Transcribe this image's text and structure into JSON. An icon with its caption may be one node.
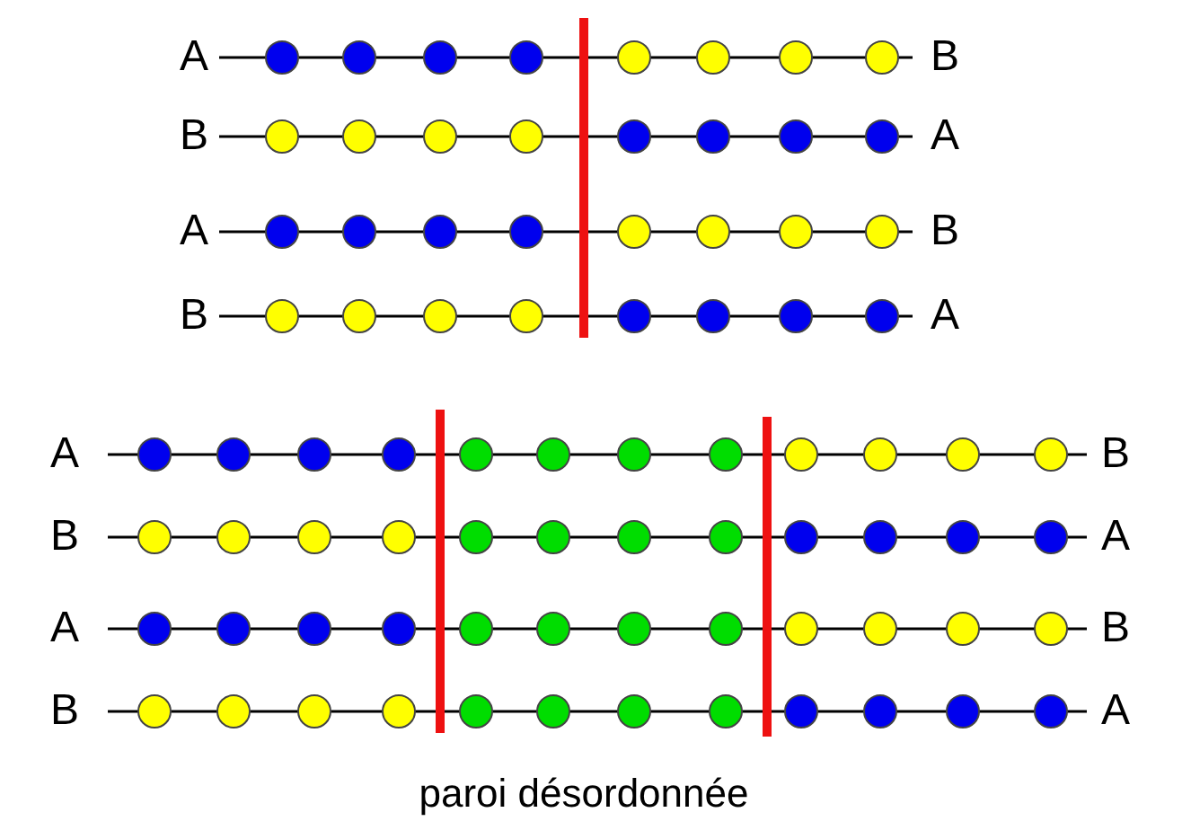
{
  "diagram": {
    "caption": "paroi désordonnée",
    "labels": [
      "A",
      "B",
      "B",
      "A",
      "A",
      "B",
      "B",
      "A",
      "A",
      "B",
      "B",
      "A",
      "A",
      "B",
      "B",
      "A"
    ]
  }
}
